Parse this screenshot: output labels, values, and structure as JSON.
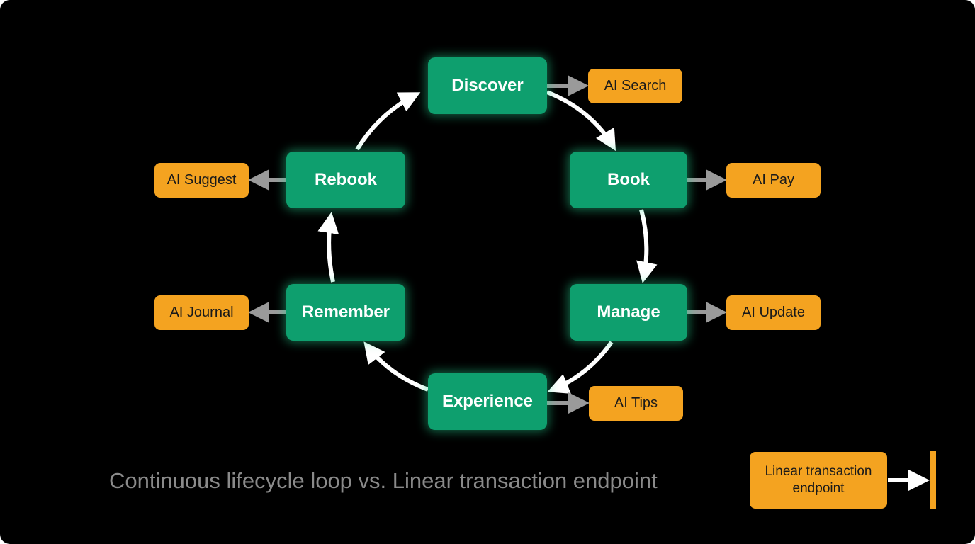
{
  "stages": {
    "discover": "Discover",
    "book": "Book",
    "manage": "Manage",
    "experience": "Experience",
    "remember": "Remember",
    "rebook": "Rebook"
  },
  "ai_features": {
    "search": "AI Search",
    "pay": "AI Pay",
    "update": "AI Update",
    "tips": "AI Tips",
    "journal": "AI Journal",
    "suggest": "AI Suggest"
  },
  "caption": "Continuous lifecycle loop vs. Linear transaction endpoint",
  "linear_endpoint": "Linear transaction endpoint",
  "colors": {
    "background": "#000000",
    "stage_fill": "#0e9f6e",
    "stage_glow": "#28dc96",
    "ai_fill": "#f4a320",
    "loop_arrow": "#ffffff",
    "connector_arrow": "#9a9a9a",
    "caption_text": "#8a8a8a"
  }
}
